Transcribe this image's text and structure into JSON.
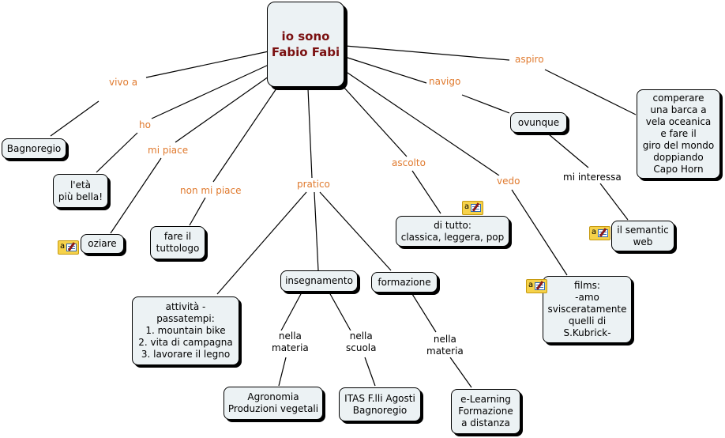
{
  "title": "io sono\nFabio Fabi",
  "colors": {
    "node_fill": "#ecf2f4",
    "root_text": "#7a1010",
    "link_label": "#e07a2e",
    "note_icon": "#f6d24a"
  },
  "nodes": {
    "root": "io sono\nFabio Fabi",
    "bagnoregio": "Bagnoregio",
    "eta": "l'età\npiù bella!",
    "oziare": "oziare",
    "tuttologo": "fare il\ntuttologo",
    "attivita": "attività -\npassatempi:\n1. mountain bike\n2. vita di campagna\n3. lavorare il legno",
    "insegnamento": "insegnamento",
    "formazione": "formazione",
    "agronomia": "Agronomia\nProduzioni vegetali",
    "itas": "ITAS F.lli Agosti\nBagnoregio",
    "elearning": "e-Learning\nFormazione\na distanza",
    "ditutto": "di tutto:\nclassica, leggera, pop",
    "films": "films:\n-amo\nsvisceratamente\nquelli di\nS.Kubrick-",
    "ovunque": "ovunque",
    "semantic": "il semantic\nweb",
    "barca": "comperare\nuna barca a\nvela oceanica\ne fare il\ngiro del mondo\ndoppiando\nCapo Horn"
  },
  "links": {
    "vivo_a": "vivo a",
    "ho": "ho",
    "mi_piace": "mi piace",
    "non_mi_piace": "non mi piace",
    "pratico": "pratico",
    "ascolto": "ascolto",
    "vedo": "vedo",
    "navigo": "navigo",
    "aspiro": "aspiro",
    "mi_interessa": "mi interessa",
    "nella_materia_1": "nella\nmateria",
    "nella_scuola": "nella\nscuola",
    "nella_materia_2": "nella\nmateria"
  },
  "note_icon_glyph": "a"
}
